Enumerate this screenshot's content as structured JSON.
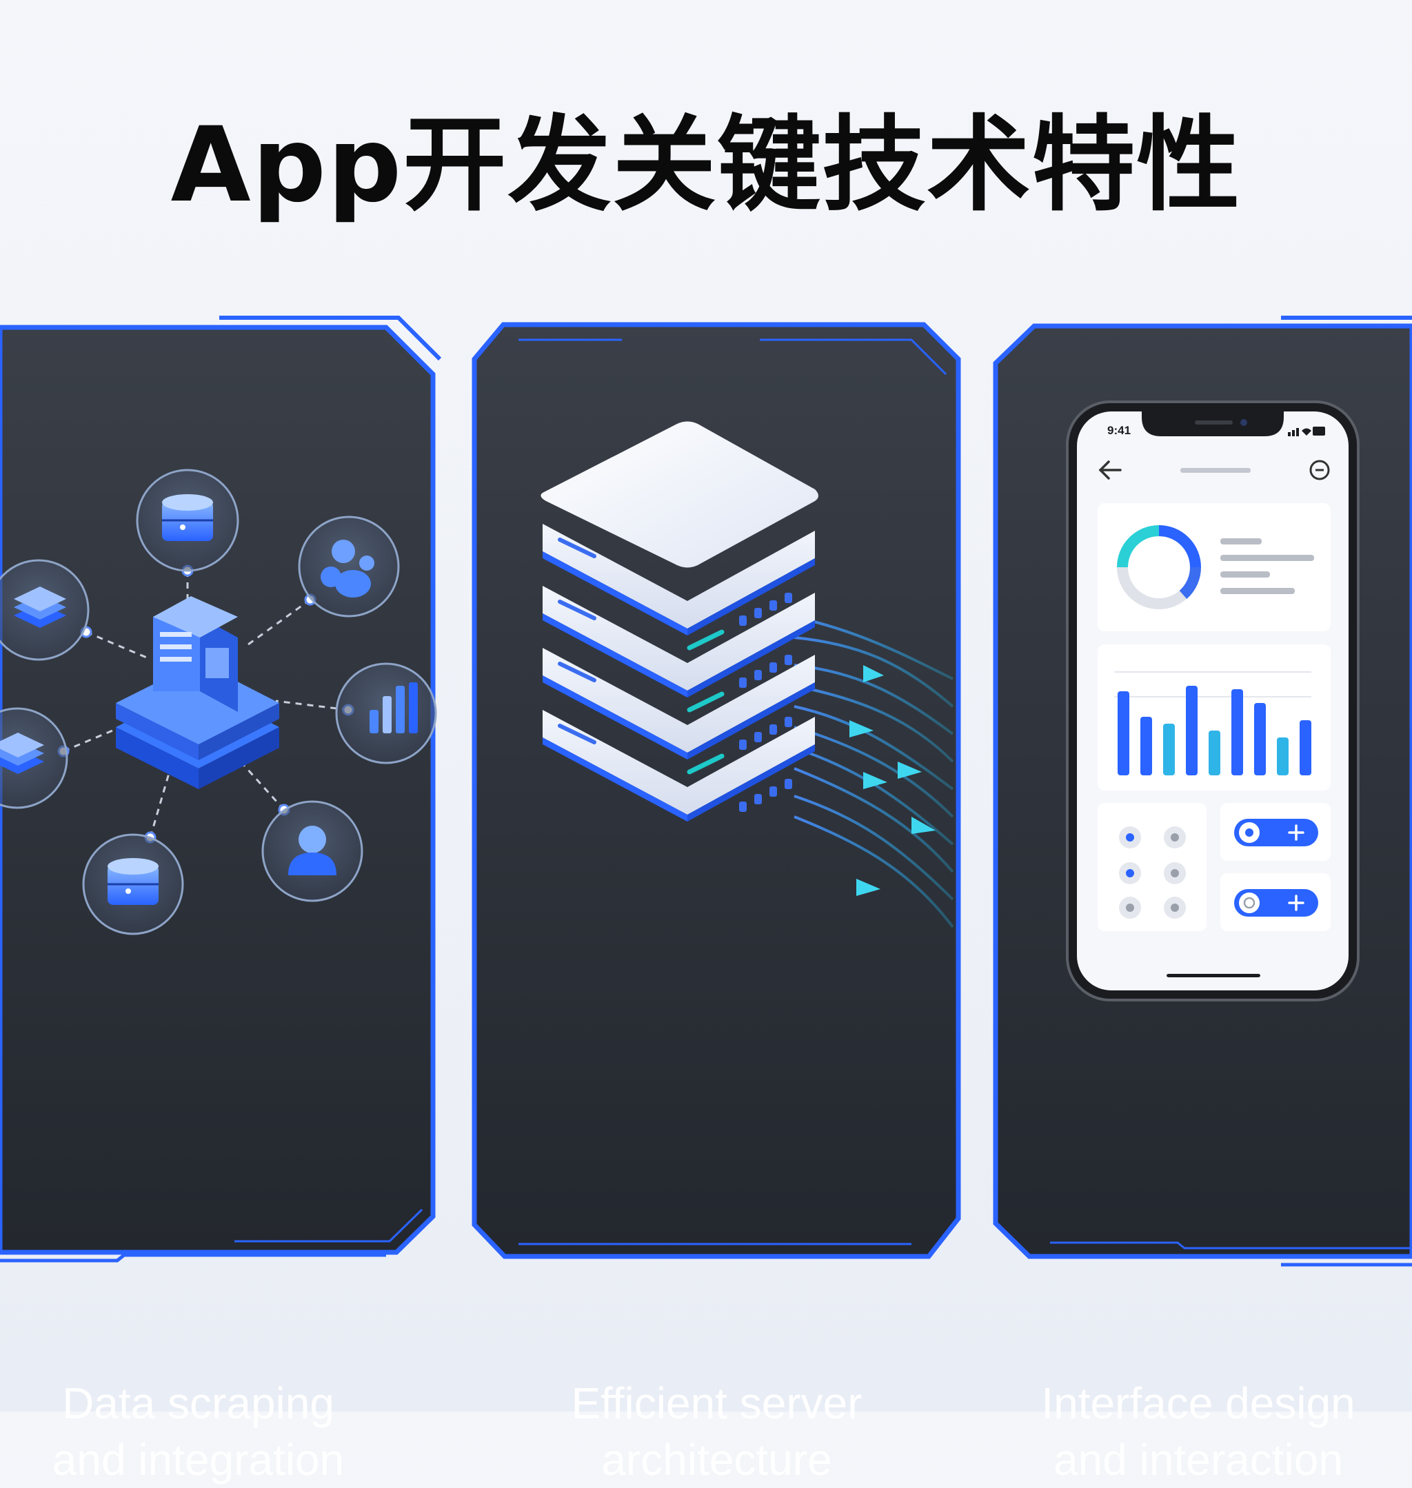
{
  "title": "App开发关键技术特性",
  "panels": [
    {
      "line1": "Data scraping",
      "line2": "and integration"
    },
    {
      "line1": "Efficient server",
      "line2": "architecture"
    },
    {
      "line1": "Interface design",
      "line2": "and interaction"
    }
  ],
  "phone": {
    "time": "9:41"
  },
  "colors": {
    "accent_blue": "#2f63ff",
    "panel_bg": "#2b3038",
    "title": "#0b0b0b",
    "teal": "#1ec9c9"
  },
  "icons": {
    "panel1": [
      "database-icon",
      "layers-icon",
      "paw-icon",
      "bar-chart-icon",
      "user-icon",
      "document-icon"
    ],
    "panel2": [
      "server-stack-icon",
      "data-stream-icon"
    ],
    "panel3": [
      "smartphone-icon",
      "back-arrow-icon",
      "menu-icon",
      "donut-chart-icon",
      "bar-chart-icon",
      "toggle-icon",
      "plus-icon"
    ]
  }
}
